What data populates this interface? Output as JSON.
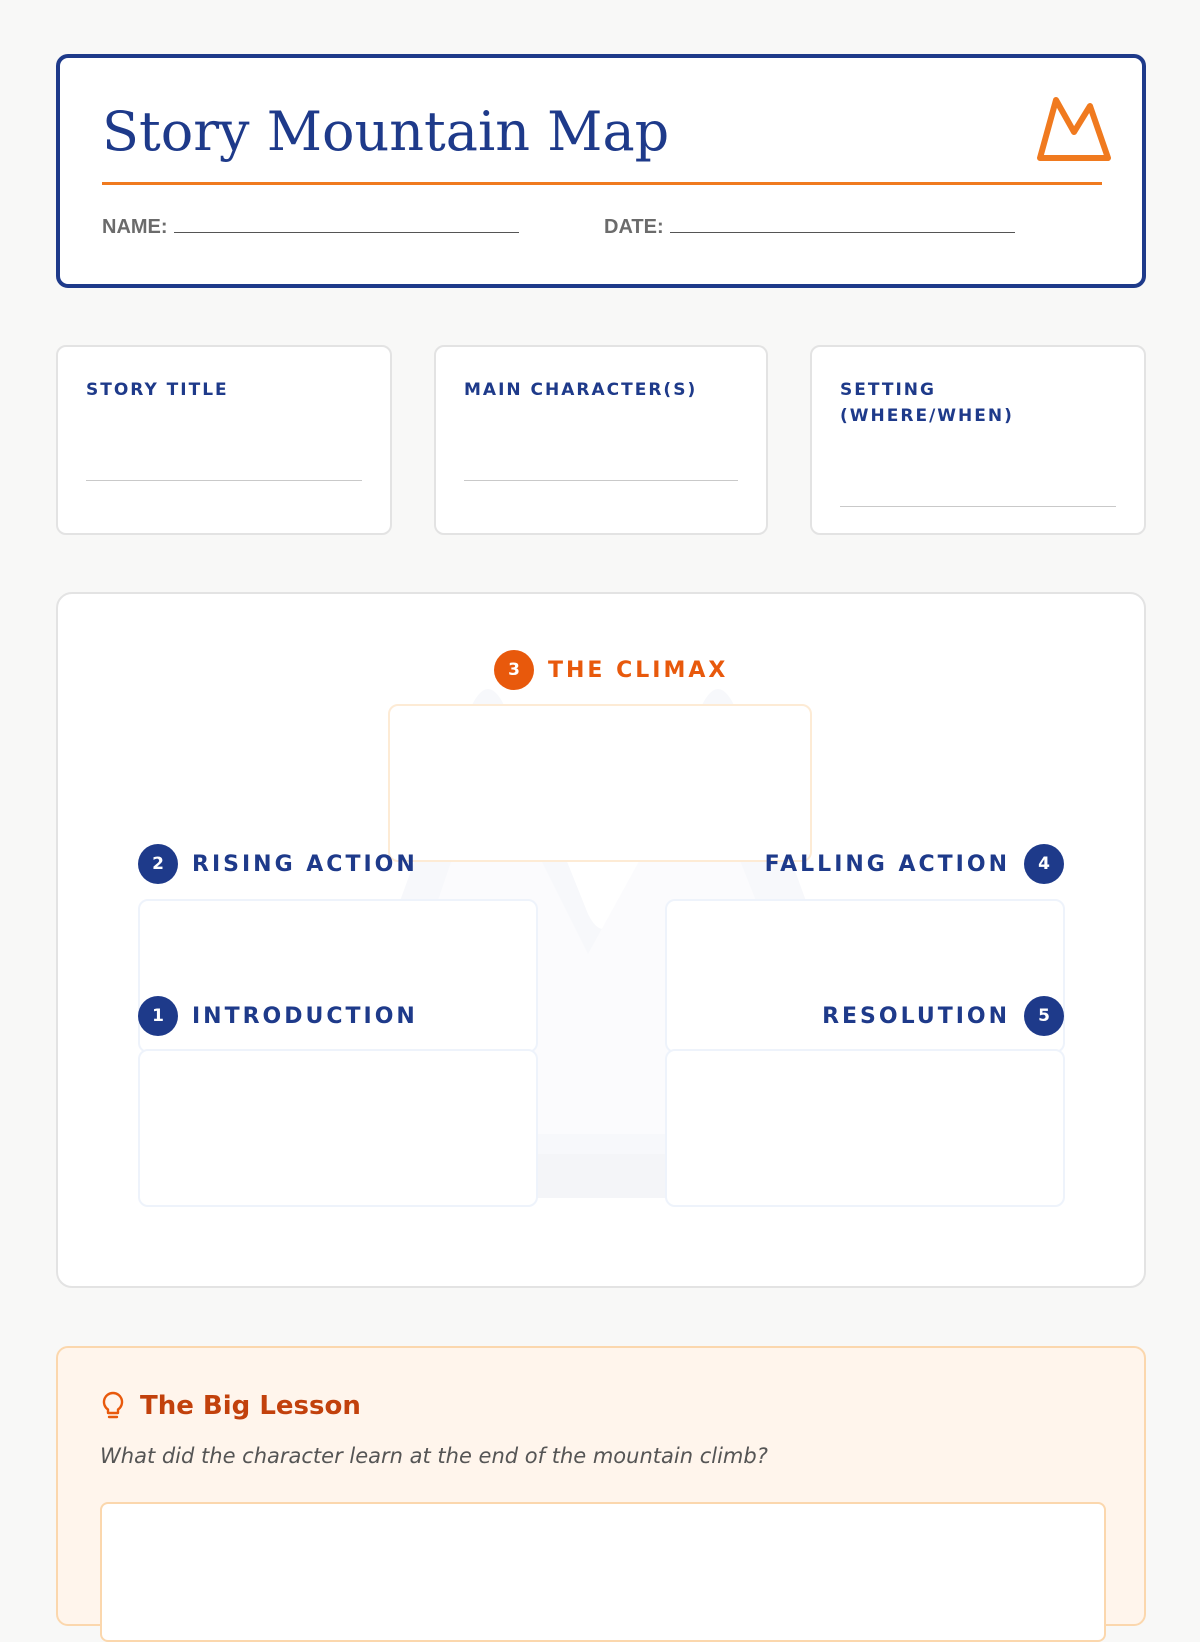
{
  "header": {
    "title": "Story Mountain Map",
    "name_label": "NAME:",
    "date_label": "DATE:"
  },
  "info_cards": [
    {
      "label": "STORY TITLE"
    },
    {
      "label": "MAIN CHARACTER(S)"
    },
    {
      "label": "SETTING (WHERE/WHEN)"
    }
  ],
  "stages": {
    "climax": {
      "number": "3",
      "label": "THE CLIMAX"
    },
    "rising": {
      "number": "2",
      "label": "RISING ACTION"
    },
    "falling": {
      "number": "4",
      "label": "FALLING ACTION"
    },
    "intro": {
      "number": "1",
      "label": "INTRODUCTION"
    },
    "resolution": {
      "number": "5",
      "label": "RESOLUTION"
    }
  },
  "lesson": {
    "title": "The Big Lesson",
    "prompt": "What did the character learn at the end of the mountain climb?"
  },
  "colors": {
    "navy": "#1e3a8a",
    "orange": "#f07a1f",
    "climax_orange": "#e8590c",
    "lesson_bg": "#fff5ec"
  },
  "icons": [
    "mountain-icon",
    "lightbulb-icon"
  ]
}
